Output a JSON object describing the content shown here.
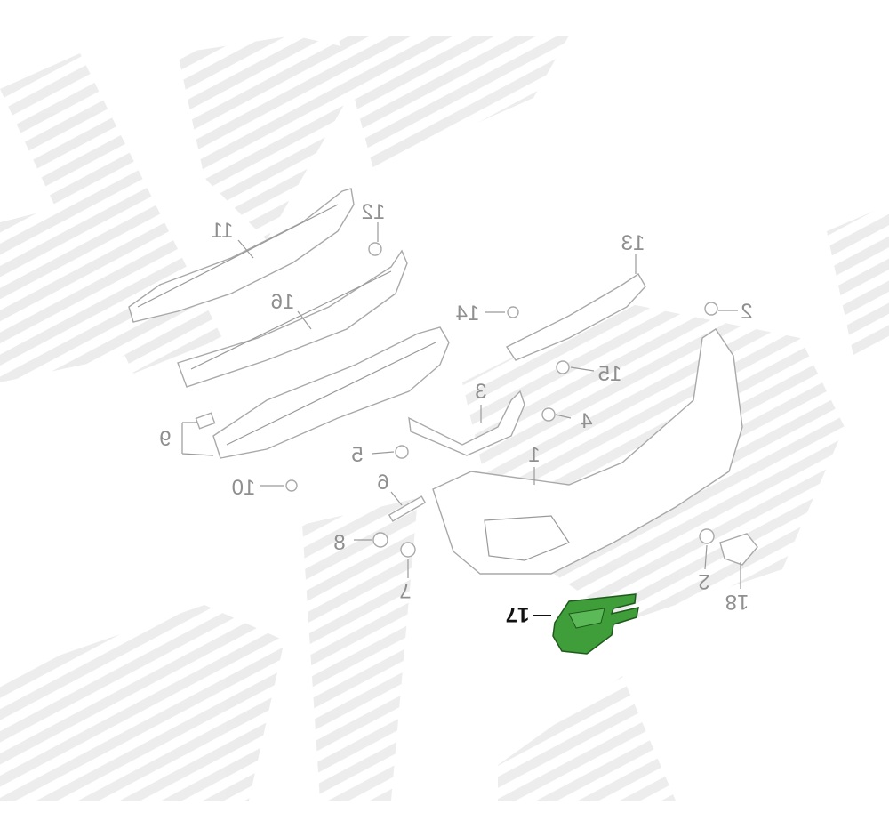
{
  "diagram": {
    "title": "Rear bumper assembly parts diagram (mirrored)",
    "highlight_color": "#3f9e3a",
    "watermark_color": "#ececec",
    "callouts": [
      {
        "id": "11",
        "label": "11"
      },
      {
        "id": "12",
        "label": "12"
      },
      {
        "id": "16",
        "label": "16"
      },
      {
        "id": "13",
        "label": "13"
      },
      {
        "id": "14",
        "label": "14"
      },
      {
        "id": "2a",
        "label": "2"
      },
      {
        "id": "15",
        "label": "15"
      },
      {
        "id": "3",
        "label": "3"
      },
      {
        "id": "4",
        "label": "4"
      },
      {
        "id": "9",
        "label": "9"
      },
      {
        "id": "5",
        "label": "5"
      },
      {
        "id": "1",
        "label": "1"
      },
      {
        "id": "10",
        "label": "10"
      },
      {
        "id": "6",
        "label": "6"
      },
      {
        "id": "8",
        "label": "8"
      },
      {
        "id": "7",
        "label": "7"
      },
      {
        "id": "2b",
        "label": "2"
      },
      {
        "id": "18",
        "label": "18"
      },
      {
        "id": "17",
        "label": "17",
        "highlighted": true
      }
    ]
  }
}
